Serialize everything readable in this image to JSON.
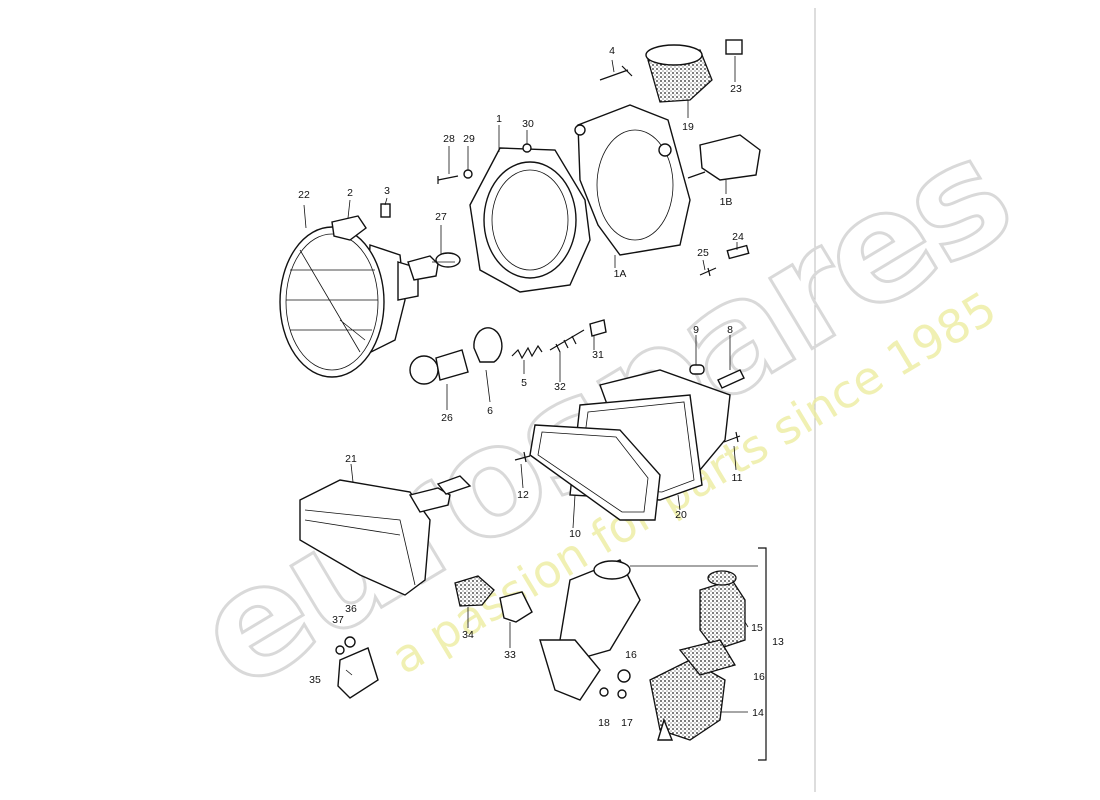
{
  "watermark": {
    "brand": "eurospares",
    "tagline": "a passion for parts since 1985",
    "color_brand": "#d9d9d9",
    "color_tagline": "#ecec9a"
  },
  "callouts": {
    "c1": "1",
    "c1A": "1A",
    "c1B": "1B",
    "c2": "2",
    "c3": "3",
    "c4": "4",
    "c5": "5",
    "c6": "6",
    "c8": "8",
    "c9": "9",
    "c10": "10",
    "c11": "11",
    "c12": "12",
    "c13": "13",
    "c14": "14",
    "c15": "15",
    "c16": "16",
    "c16b": "16",
    "c17": "17",
    "c18": "18",
    "c19": "19",
    "c20": "20",
    "c21": "21",
    "c22": "22",
    "c23": "23",
    "c24": "24",
    "c25": "25",
    "c26": "26",
    "c27": "27",
    "c28": "28",
    "c29": "29",
    "c30": "30",
    "c31": "31",
    "c32": "32",
    "c33": "33",
    "c34": "34",
    "c35": "35",
    "c36": "36",
    "c37": "37"
  }
}
